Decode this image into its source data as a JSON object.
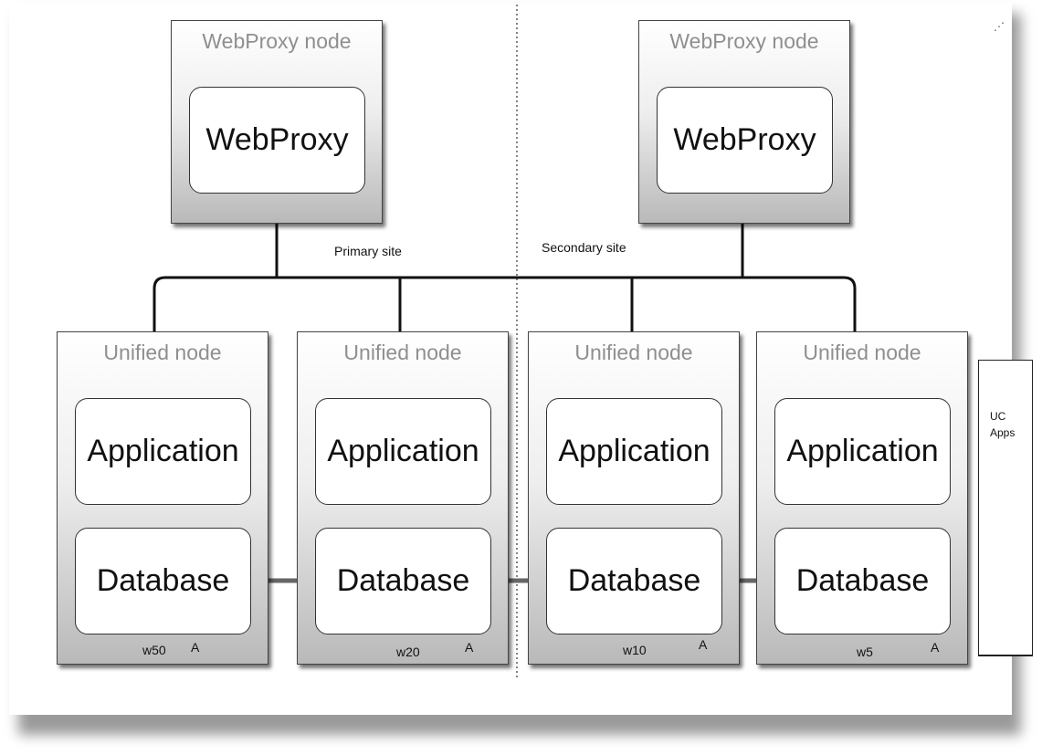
{
  "diagram": {
    "sites": {
      "primary_label": "Primary site",
      "secondary_label": "Secondary site"
    },
    "webproxy_nodes": [
      {
        "title": "WebProxy node",
        "component": "WebProxy"
      },
      {
        "title": "WebProxy node",
        "component": "WebProxy"
      }
    ],
    "unified_nodes": [
      {
        "title": "Unified node",
        "application": "Application",
        "database": "Database",
        "weight": "w50",
        "tag": "A"
      },
      {
        "title": "Unified node",
        "application": "Application",
        "database": "Database",
        "weight": "w20",
        "tag": "A"
      },
      {
        "title": "Unified node",
        "application": "Application",
        "database": "Database",
        "weight": "w10",
        "tag": "A"
      },
      {
        "title": "Unified node",
        "application": "Application",
        "database": "Database",
        "weight": "w5",
        "tag": "A"
      }
    ],
    "side_panel": {
      "line1": "UC",
      "line2": "Apps"
    },
    "corner_mark": "⋰"
  }
}
